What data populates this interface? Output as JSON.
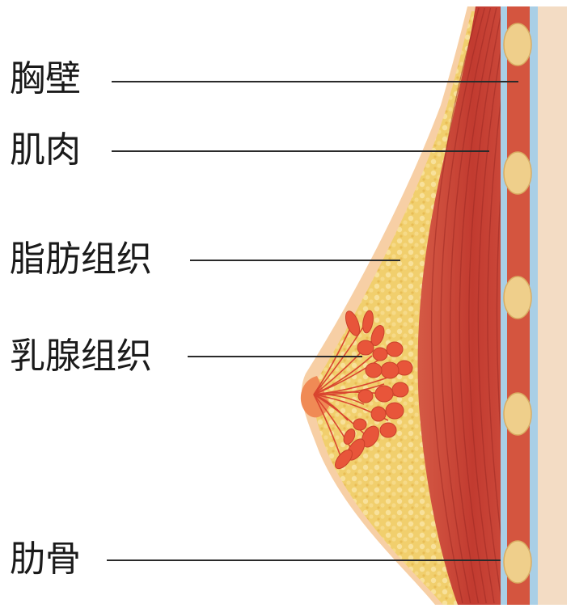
{
  "labels": {
    "chest_wall": "胸壁",
    "muscle": "肌肉",
    "fat_tissue": "脂肪组织",
    "gland_tissue": "乳腺组织",
    "rib": "肋骨"
  },
  "colors": {
    "skin": "#f6c89b",
    "fat": "#f0cf72",
    "muscle": "#c94236",
    "muscle_dark": "#a8302a",
    "rib_bone": "#eecc8a",
    "pleura_blue": "#a9cfe6",
    "gland": "#e75a3f",
    "leader_line": "#2a2a2a"
  }
}
